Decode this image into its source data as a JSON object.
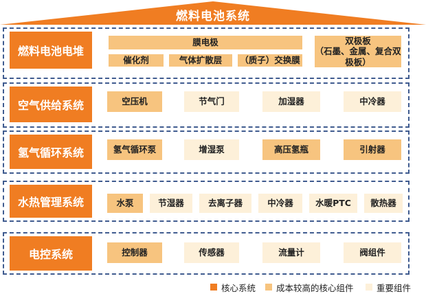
{
  "title": "燃料电池系统",
  "colors": {
    "core": "#f07d22",
    "high_cost": "#f7c47f",
    "important": "#fdf0d9",
    "border": "#3f5b8f"
  },
  "rows": [
    {
      "label": "燃料电池电堆",
      "membrane_electrode": "膜电极",
      "sub_items": [
        "催化剂",
        "气体扩散层",
        "（质子）交换膜"
      ],
      "bipolar_plate": "双极板\n（石墨、金属、复合双极板）"
    },
    {
      "label": "空气供给系统",
      "items": [
        "空压机",
        "节气门",
        "加湿器",
        "中冷器"
      ]
    },
    {
      "label": "氢气循环系统",
      "items": [
        "氢气循环泵",
        "增湿泵",
        "高压氢瓶",
        "引射器"
      ]
    },
    {
      "label": "水热管理系统",
      "items": [
        "水泵",
        "节湿器",
        "去离子器",
        "中冷器",
        "水暖PTC",
        "散热器"
      ]
    },
    {
      "label": "电控系统",
      "items": [
        "控制器",
        "传感器",
        "流量计",
        "阀组件"
      ]
    }
  ],
  "legend": [
    {
      "label": "核心系统",
      "color": "#f07d22"
    },
    {
      "label": "成本较高的核心组件",
      "color": "#f7c47f"
    },
    {
      "label": "重要组件",
      "color": "#fdf0d9"
    }
  ]
}
